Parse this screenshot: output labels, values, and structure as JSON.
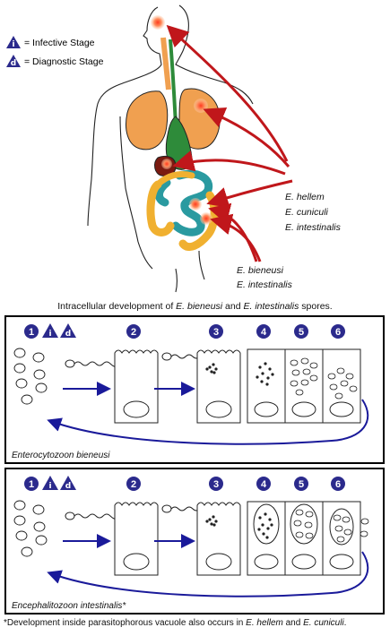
{
  "legend": {
    "infective_symbol": "i",
    "infective_label": "= Infective Stage",
    "diagnostic_symbol": "d",
    "diagnostic_label": "= Diagnostic Stage"
  },
  "species_upper": [
    "E. hellem",
    "E. cuniculi",
    "E. intestinalis"
  ],
  "species_lower": [
    "E. bieneusi",
    "E. intestinalis"
  ],
  "panel_title": {
    "prefix": "Intracellular development of ",
    "sp1": "E. bieneusi",
    "middle": " and ",
    "sp2": "E. intestinalis",
    "suffix": " spores."
  },
  "stages": [
    "1",
    "2",
    "3",
    "4",
    "5",
    "6"
  ],
  "panel1_name": "Enterocytozoon bieneusi",
  "panel2_name": "Encephalitozoon intestinalis*",
  "footnote": {
    "prefix": "*Development inside parasitophorous vacuole also occurs in ",
    "sp1": "E. hellem",
    "middle": " and ",
    "sp2": "E. cuniculi",
    "suffix": "."
  },
  "colors": {
    "stage_circle": "#2b2a8c",
    "arrow_blue": "#1a1a9a",
    "arrow_red": "#c0171b",
    "lungs": "#f0a050",
    "liver": "#7a1a10",
    "stomach": "#2e8b3a",
    "intestine": "#2a9aa0",
    "colon": "#f0b030"
  }
}
